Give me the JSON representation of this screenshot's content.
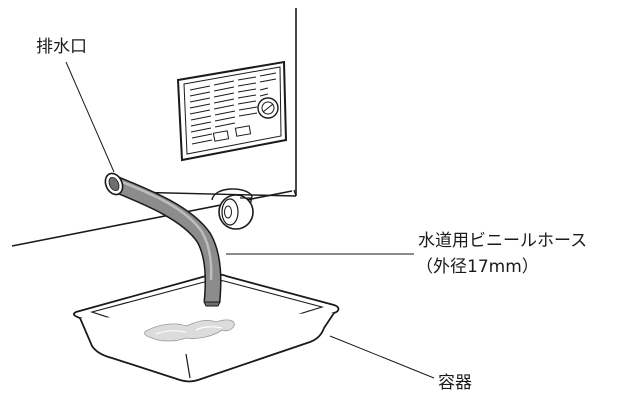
{
  "labels": {
    "drain_outlet": "排水口",
    "hose_line1": "水道用ビニールホース",
    "hose_line2": "（外径17mm）",
    "container": "容器"
  },
  "colors": {
    "line": "#1a1a1a",
    "hose": "#8c8c8c",
    "hose_highlight": "#bdbdbd",
    "water": "#dcdcdc",
    "background": "#ffffff"
  }
}
